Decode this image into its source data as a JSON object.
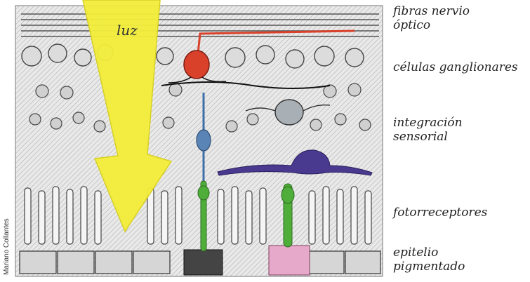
{
  "diagram": {
    "arrow_text": "luz",
    "credit": "Mariano Collantes",
    "labels": {
      "nerve_fibers": "fibras nervio\nóptico",
      "ganglion_cells": "células ganglionares",
      "integration": "integración\nsensorial",
      "photoreceptors": "fotorreceptores",
      "epithelium": "epitelio\npigmentado"
    },
    "colors": {
      "light_arrow": "#f4ee3a",
      "ganglion_cell": "#d9412b",
      "bipolar_cell": "#5a84b5",
      "horizontal_cell": "#4a3a8f",
      "amacrine_cell": "#a9b0b5",
      "photoreceptor": "#4fae3a",
      "pigment_cell": "#e7a9c9"
    }
  }
}
